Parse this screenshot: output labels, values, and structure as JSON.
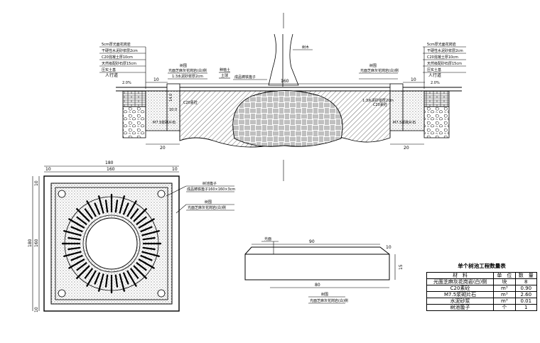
{
  "section": {
    "left_layers": [
      "5cm厚光面花岗岩",
      "干硬性水泥砂浆层2cm",
      "C20混凝土厚10cm",
      "天然级配砂石厚15cm",
      "压实土基"
    ],
    "right_layers": [
      "5cm厚光面花岗岩",
      "干硬性水泥砂浆层2cm",
      "C20混凝土厚10cm",
      "天然级配砂石厚15cm",
      "压实土基"
    ],
    "sidewalk_left": "人行道",
    "sidewalk_right": "人行道",
    "slope_left": "2.0%",
    "slope_right": "2.0%",
    "tree_label": "树木",
    "kerb_left": "树围",
    "kerb_left_sub": "光面芝麻灰花岗岩(白)侧",
    "mortar_left": "1:3水泥砂浆厚2cm",
    "soil_label": "种植土",
    "soil_label2": "土球",
    "grate_label": "成品铸铁篦子",
    "kerb_right": "树围",
    "kerb_right_sub": "光面芝麻灰花岗岩(白)侧",
    "mortar_right": "1:3水泥砂浆厚2cm",
    "c20_left": "C20素砼",
    "c20_right": "C20素砼",
    "m75_left": "M7.5浆砌片石",
    "m75_right": "M7.5浆砌片石",
    "dim_10_left": "10",
    "dim_10_right": "10",
    "dim_160": "160",
    "dim_140": "14.0",
    "dim_100": "10.0",
    "dim_20_left": "20",
    "dim_20_right": "20"
  },
  "plan": {
    "dim_total": "180",
    "dim_left_gap": "10",
    "dim_inner": "160",
    "dim_right_gap": "10",
    "dim_vertical_total": "180",
    "dim_vertical_inner": "160",
    "dim_vertical_top": "10",
    "dim_vertical_bottom": "10",
    "label_grate": "树池篦子",
    "label_grate_spec": "成品铸铁篦子160×160×3cm",
    "label_kerb": "树围",
    "label_kerb_spec": "光面芝麻灰花岗岩(白)侧"
  },
  "kerb_detail": {
    "label_top": "光面",
    "dim_length_top": "90",
    "dim_10": "10",
    "dim_height": "15",
    "dim_length_bottom": "80",
    "caption_1": "树围",
    "caption_2": "光面芝麻灰花岗岩(白)侧"
  },
  "quantity_table": {
    "title": "单个树池工程数量表",
    "headers": [
      "材　料",
      "单　位",
      "数　量"
    ],
    "rows": [
      [
        "光面芝麻灰花岗岩(白)侧",
        "块",
        "8"
      ],
      [
        "C20素砼",
        "m³",
        "0.90"
      ],
      [
        "M7.5浆砌片石",
        "m³",
        "2.60"
      ],
      [
        "水泥砂浆",
        "m³",
        "0.01"
      ],
      [
        "树池篦子",
        "个",
        "1"
      ]
    ]
  }
}
